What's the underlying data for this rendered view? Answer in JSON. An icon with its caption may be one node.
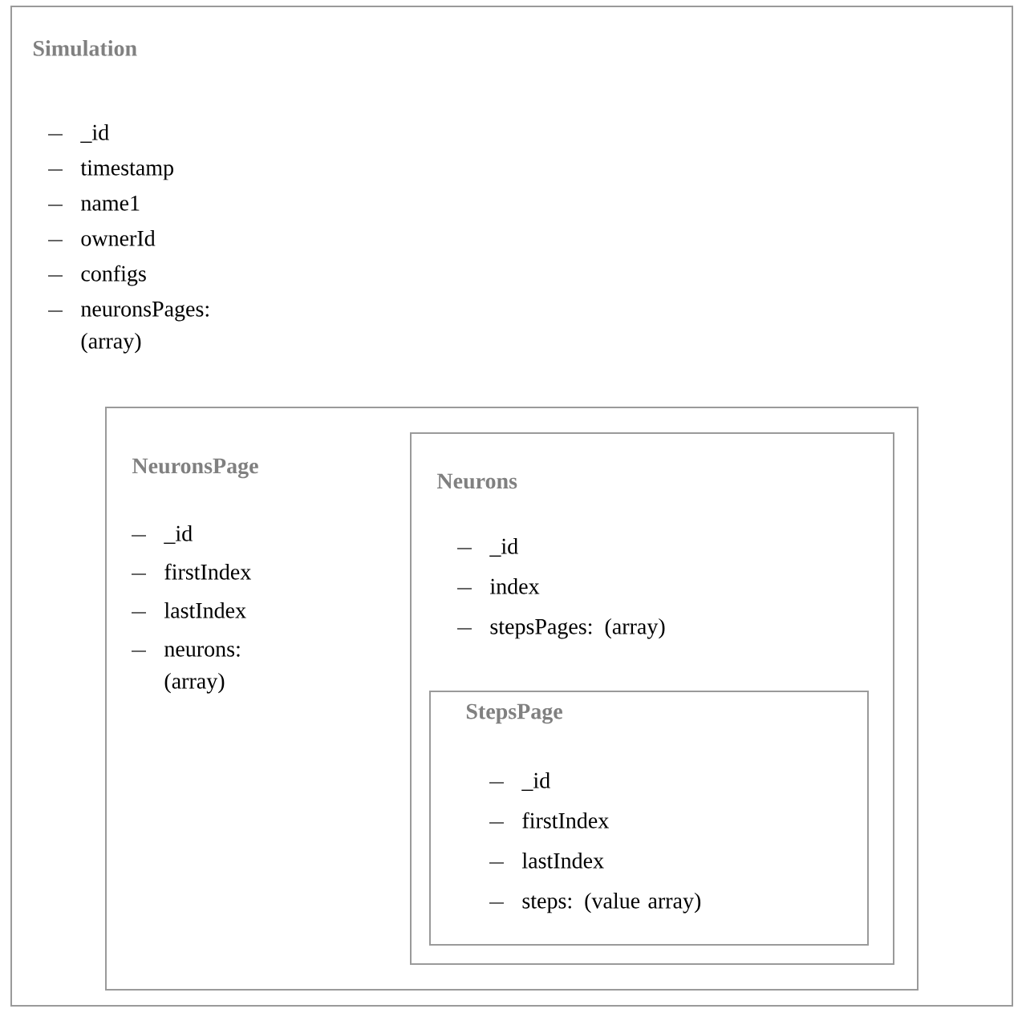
{
  "diagram": {
    "nodes": [
      {
        "text": [
          "Simulation",
          "_id",
          "timestamp",
          "name1",
          "ownerId",
          "configs",
          "neuronsPages: (array)"
        ]
      },
      {
        "text": [
          "NeuronsPage",
          "_id",
          "firstIndex",
          "lastIndex",
          "neurons: (array)"
        ],
        "in": 0
      },
      {
        "text": [
          "Neurons",
          "_id",
          "index",
          "stepsPages: (array)"
        ],
        "in": 1
      },
      {
        "text": [
          "StepsPage",
          "_id",
          "firstIndex",
          "lastIndex",
          "steps: (value array)"
        ],
        "in": 2
      }
    ]
  }
}
